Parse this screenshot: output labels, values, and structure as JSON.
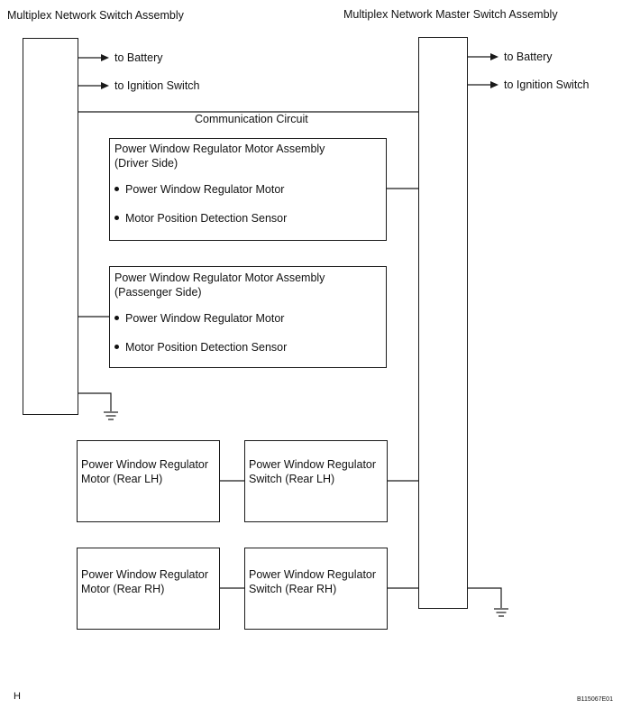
{
  "left_title": "Multiplex Network Switch Assembly",
  "right_title": "Multiplex Network Master Switch Assembly",
  "left_battery": "to Battery",
  "left_ignition": "to Ignition Switch",
  "right_battery": "to Battery",
  "right_ignition": "to Ignition Switch",
  "comm_circuit": "Communication Circuit",
  "driver_box": {
    "line1": "Power Window Regulator Motor Assembly",
    "line2": "(Driver Side)",
    "item1": "Power Window Regulator Motor",
    "item2": "Motor Position Detection Sensor"
  },
  "passenger_box": {
    "line1": "Power Window Regulator Motor Assembly",
    "line2": "(Passenger Side)",
    "item1": "Power Window Regulator Motor",
    "item2": "Motor Position Detection Sensor"
  },
  "rear_lh_motor": {
    "line1": "Power Window Regulator",
    "line2": "Motor (Rear LH)"
  },
  "rear_lh_switch": {
    "line1": "Power Window Regulator",
    "line2": "Switch (Rear LH)"
  },
  "rear_rh_motor": {
    "line1": "Power Window Regulator",
    "line2": "Motor (Rear RH)"
  },
  "rear_rh_switch": {
    "line1": "Power Window Regulator",
    "line2": "Switch (Rear RH)"
  },
  "corner_letter": "H",
  "figure_code": "B115067E01"
}
